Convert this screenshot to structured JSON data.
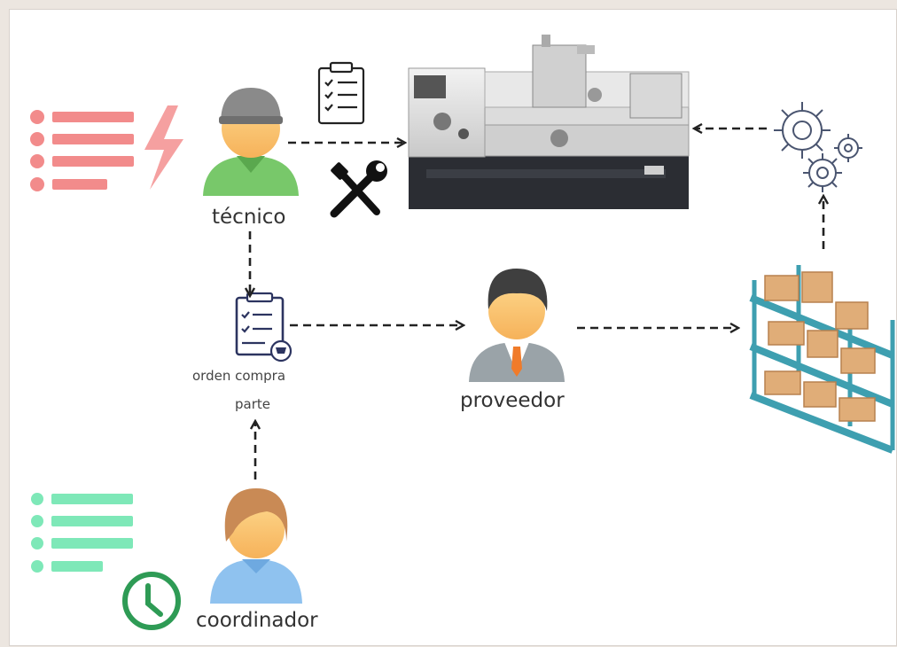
{
  "nodes": {
    "tecnico": {
      "label": "técnico"
    },
    "orden": {
      "label_line1": "orden compra",
      "label_line2": "parte"
    },
    "proveedor": {
      "label": "proveedor"
    },
    "coordinador": {
      "label": "coordinador"
    }
  },
  "icons": {
    "clipboard": "checklist-clipboard-icon",
    "tools": "wrench-screwdriver-icon",
    "machine": "lathe-machine-icon",
    "gears": "gears-icon",
    "warehouse": "warehouse-shelves-icon",
    "alert": "lightning-icon",
    "clock": "clock-icon"
  },
  "colors": {
    "alert_list": "#f28b8b",
    "schedule_list": "#7ee8b8",
    "clock": "#2e9b55",
    "tecnico_shirt": "#78c86a",
    "proveedor_suit": "#9aa3a8",
    "coordinador_shirt": "#8fc2ef",
    "skin": "#fbc870",
    "arrow": "#222222",
    "gear_stroke": "#4a5570",
    "rack": "#3e9fb0",
    "box": "#e0ad78"
  }
}
